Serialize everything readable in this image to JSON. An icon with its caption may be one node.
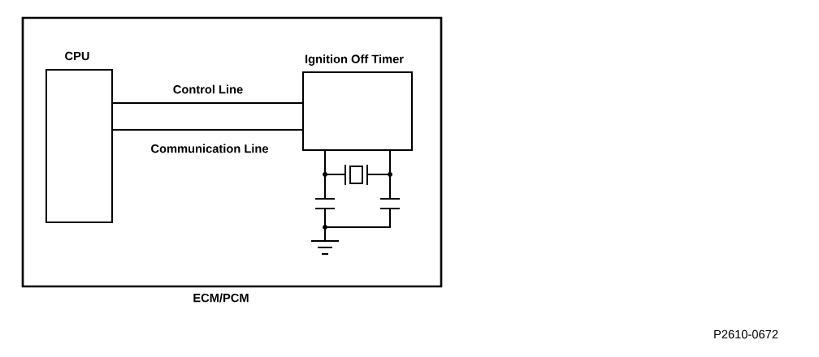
{
  "diagram": {
    "nodes": [
      {
        "text": [
          "ECM/PCM"
        ]
      },
      {
        "text": [
          "CPU"
        ],
        "in": 0
      },
      {
        "text": [
          "Ignition Off Timer"
        ],
        "in": 0
      }
    ],
    "edges": [
      {
        "from": 1,
        "to": 2,
        "arrow": "none",
        "label": "Control Line"
      },
      {
        "from": 1,
        "to": 2,
        "arrow": "none",
        "label": "Communication Line"
      }
    ],
    "labels": [
      "P2610-0672"
    ]
  }
}
